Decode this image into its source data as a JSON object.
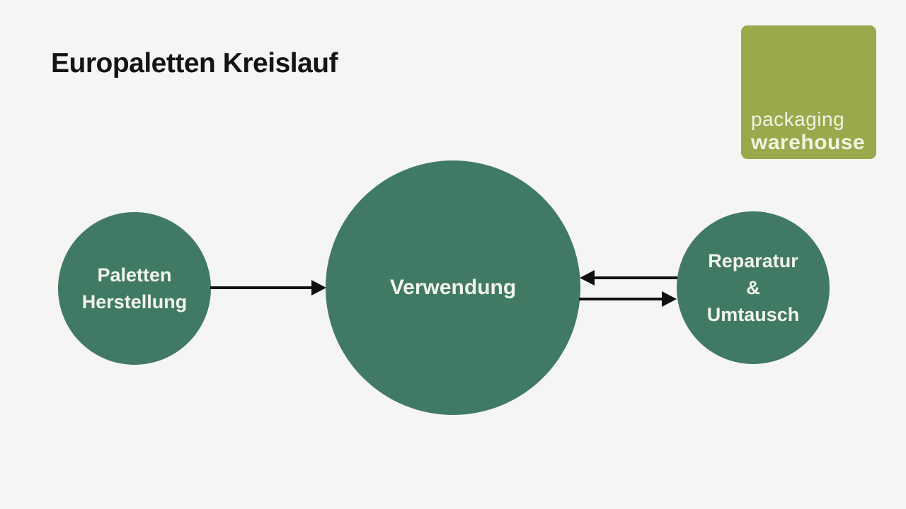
{
  "colors": {
    "background": "#f5f5f4",
    "node_fill": "#417a64",
    "node_text": "#f1f4ee",
    "arrow": "#101010",
    "title_text": "#141414",
    "logo_bg": "#9aa94b",
    "logo_text": "#f2f3e3"
  },
  "header": {
    "title": "Europaletten Kreislauf"
  },
  "logo": {
    "line1": "packaging",
    "line2": "warehouse"
  },
  "diagram": {
    "nodes": [
      {
        "id": "paletten-herstellung",
        "lines": [
          "Paletten",
          "Herstellung"
        ]
      },
      {
        "id": "verwendung",
        "lines": [
          "Verwendung"
        ]
      },
      {
        "id": "reparatur-umtausch",
        "lines": [
          "Reparatur",
          "&",
          "Umtausch"
        ]
      }
    ],
    "edges": [
      {
        "from": "paletten-herstellung",
        "to": "verwendung",
        "direction": "right"
      },
      {
        "from": "reparatur-umtausch",
        "to": "verwendung",
        "direction": "left"
      },
      {
        "from": "verwendung",
        "to": "reparatur-umtausch",
        "direction": "right"
      }
    ]
  }
}
